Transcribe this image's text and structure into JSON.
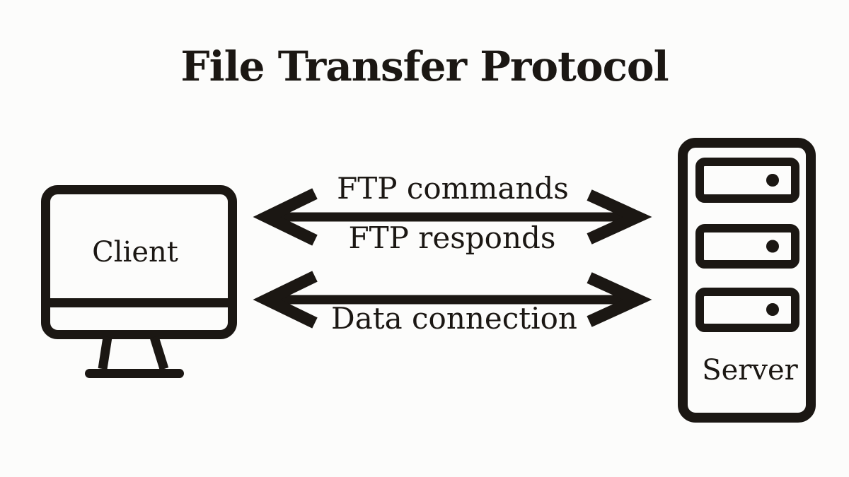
{
  "title": "File Transfer Protocol",
  "nodes": {
    "client": {
      "label": "Client",
      "icon": "desktop-monitor-icon"
    },
    "server": {
      "label": "Server",
      "icon": "server-tower-icon"
    }
  },
  "connections": {
    "control": {
      "top_label": "FTP commands",
      "bottom_label": "FTP responds",
      "arrow": "double-headed-arrow"
    },
    "data": {
      "bottom_label": "Data connection",
      "arrow": "double-headed-arrow"
    }
  },
  "colors": {
    "ink": "#1b1713",
    "background": "#fcfcfb"
  }
}
